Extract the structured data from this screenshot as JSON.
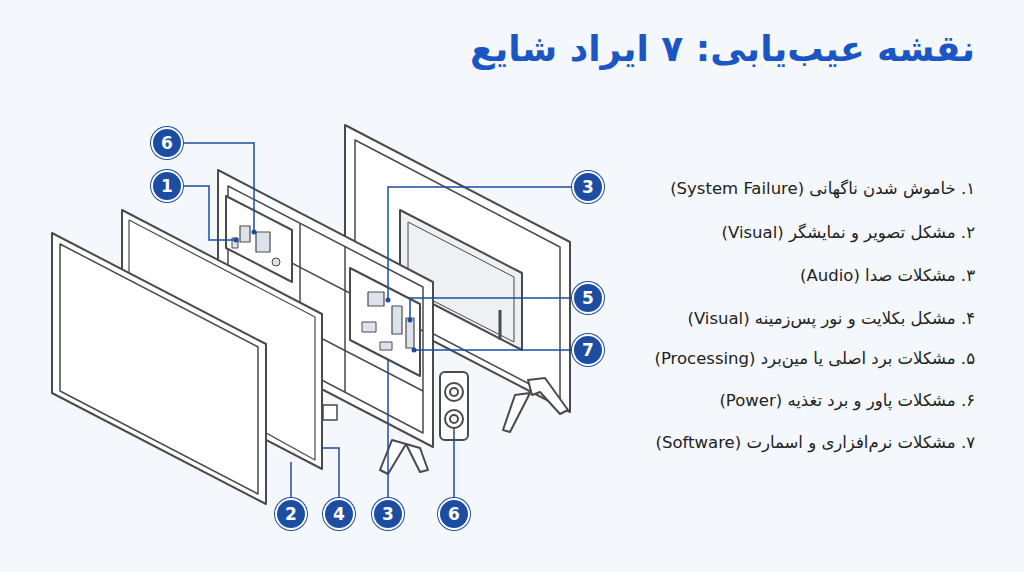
{
  "diagram": {
    "title": "نقشه عیب‌یابی: ۷ ایراد شایع",
    "nodes": [
      {
        "text": [
          "6"
        ]
      },
      {
        "text": [
          "1"
        ]
      },
      {
        "text": [
          "3"
        ]
      },
      {
        "text": [
          "5"
        ]
      },
      {
        "text": [
          "7"
        ]
      },
      {
        "text": [
          "2"
        ]
      },
      {
        "text": [
          "4"
        ]
      },
      {
        "text": [
          "3"
        ]
      },
      {
        "text": [
          "6"
        ]
      }
    ],
    "labels": [
      "۱. خاموش شدن ناگهانی (System Failure)",
      "۲. مشکل تصویر و نمایشگر (Visual)",
      "۳. مشکلات صدا (Audio)",
      "۴. مشکل بکلایت و نور پس‌زمینه (Visual)",
      "۵. مشکلات برد اصلی یا مین‌برد (Processing)",
      "۶. مشکلات پاور و برد تغذیه (Power)",
      "۷. مشکلات نرم‌افزاری و اسمارت (Software)"
    ]
  }
}
